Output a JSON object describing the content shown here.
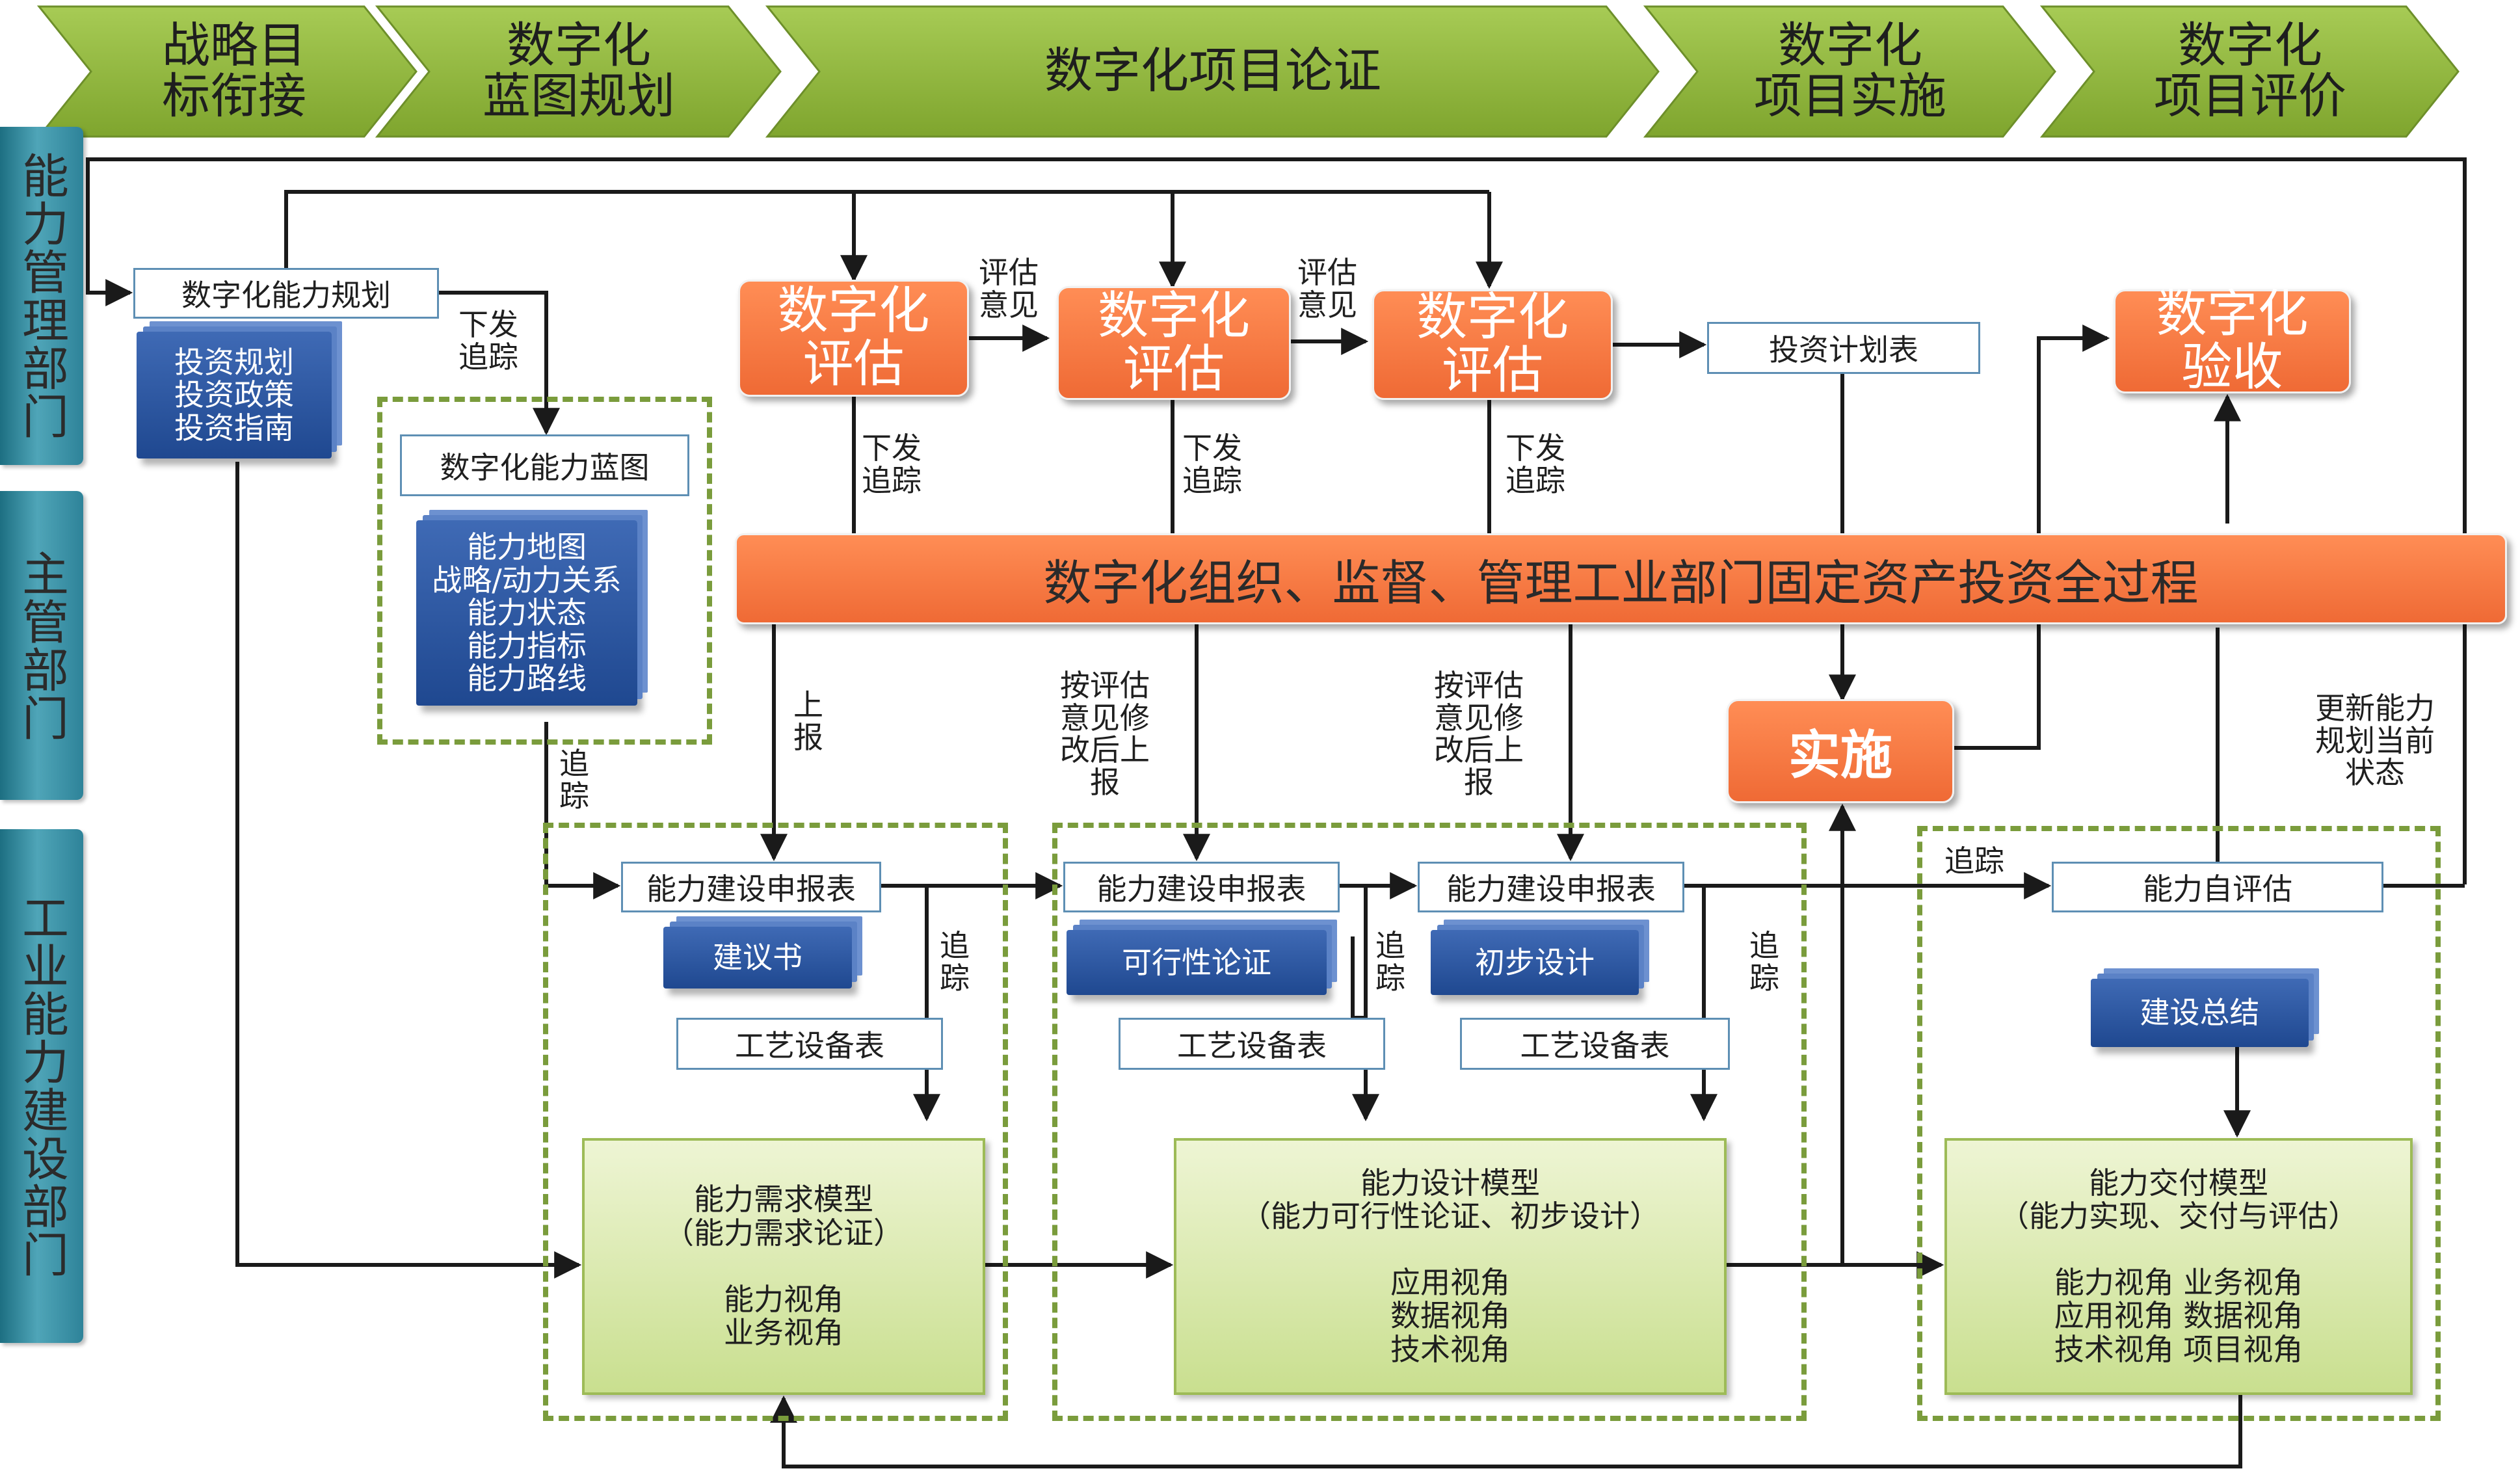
{
  "phases": [
    {
      "line1": "战略目",
      "line2": "标衔接"
    },
    {
      "line1": "数字化",
      "line2": "蓝图规划"
    },
    {
      "line1": "数字化项目论证",
      "line2": ""
    },
    {
      "line1": "数字化",
      "line2": "项目实施"
    },
    {
      "line1": "数字化",
      "line2": "项目评价"
    }
  ],
  "departments": {
    "ability_mgmt": "能力管理部门",
    "supervisor": "主管部门",
    "industry": "工业能力建设部门"
  },
  "boxes": {
    "capability_plan": "数字化能力规划",
    "plan_docs": [
      "投资规划",
      "投资政策",
      "投资指南"
    ],
    "blueprint": "数字化能力蓝图",
    "blueprint_docs": [
      "能力地图",
      "战略/动力关系",
      "能力状态",
      "能力指标",
      "能力路线"
    ],
    "eval1": [
      "数字化",
      "评估"
    ],
    "eval2": [
      "数字化",
      "评估"
    ],
    "eval3": [
      "数字化",
      "评估"
    ],
    "acceptance": [
      "数字化",
      "验收"
    ],
    "invest_plan": "投资计划表",
    "process_bar": "数字化组织、监督、管理工业部门固定资产投资全过程",
    "implement": "实施",
    "apply1": "能力建设申报表",
    "apply2": "能力建设申报表",
    "apply3": "能力建设申报表",
    "self_eval": "能力自评估",
    "doc_proposal": "建议书",
    "doc_feasibility": "可行性论证",
    "doc_prelim": "初步设计",
    "doc_summary": "建设总结",
    "equip1": "工艺设备表",
    "equip2": "工艺设备表",
    "equip3": "工艺设备表",
    "model_req": {
      "title": "能力需求模型",
      "sub": "（能力需求论证）",
      "views": [
        "能力视角",
        "业务视角"
      ]
    },
    "model_design": {
      "title": "能力设计模型",
      "sub": "（能力可行性论证、初步设计）",
      "views": [
        "应用视角",
        "数据视角",
        "技术视角"
      ]
    },
    "model_delivery": {
      "title": "能力交付模型",
      "sub": "（能力实现、交付与评估）",
      "views": [
        "能力视角  业务视角",
        "应用视角  数据视角",
        "技术视角  项目视角"
      ]
    }
  },
  "labels": {
    "issue_track_1": [
      "下发",
      "追踪"
    ],
    "eval_opinion_1": [
      "评估",
      "意见"
    ],
    "eval_opinion_2": [
      "评估",
      "意见"
    ],
    "issue_track_a": [
      "下发",
      "追踪"
    ],
    "issue_track_b": [
      "下发",
      "追踪"
    ],
    "issue_track_c": [
      "下发",
      "追踪"
    ],
    "track_blueprint": [
      "追",
      "踪"
    ],
    "report_up": [
      "上",
      "报"
    ],
    "revise_report_1": [
      "按评估",
      "意见修",
      "改后上",
      "报"
    ],
    "revise_report_2": [
      "按评估",
      "意见修",
      "改后上",
      "报"
    ],
    "update_state": [
      "更新能力",
      "规划当前",
      "状态"
    ],
    "track_1": [
      "追",
      "踪"
    ],
    "track_2": [
      "追",
      "踪"
    ],
    "track_3": [
      "追",
      "踪"
    ],
    "track_self": "追踪"
  },
  "colors": {
    "phase_green": "#8db53d",
    "dept_teal": "#2e8399",
    "orange": "#f07a40",
    "doc_blue": "#2a55a0",
    "model_green": "#d6e8a8",
    "dash_green": "#7a9c3c",
    "line": "#1a1a1a"
  }
}
